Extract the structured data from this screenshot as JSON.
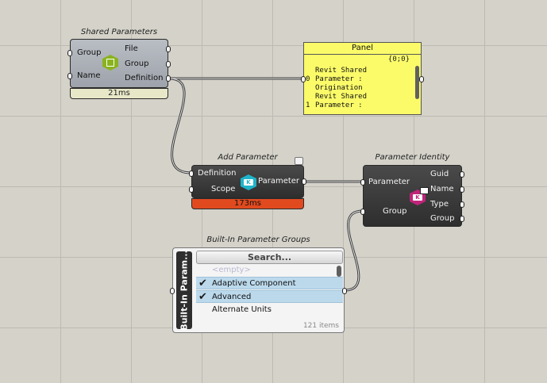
{
  "shared_parameters": {
    "title": "Shared Parameters",
    "inputs": [
      "Group",
      "Name"
    ],
    "outputs": [
      "File",
      "Group",
      "Definition"
    ],
    "timing": "21ms",
    "icon": "shared-parameters-icon"
  },
  "panel": {
    "title": "Panel",
    "path": "{0;0}",
    "lines": [
      {
        "index": "",
        "text": "Revit Shared"
      },
      {
        "index": "0",
        "text": "Parameter :"
      },
      {
        "index": "",
        "text": "Origination"
      },
      {
        "index": "",
        "text": "Revit Shared"
      },
      {
        "index": "1",
        "text": "Parameter :"
      }
    ]
  },
  "add_parameter": {
    "title": "Add Parameter",
    "inputs": [
      "Definition",
      "Scope"
    ],
    "outputs": [
      "Parameter"
    ],
    "timing": "173ms",
    "timing_color": "#e14a1f",
    "icon": "parameter-k-icon"
  },
  "parameter_identity": {
    "title": "Parameter Identity",
    "inputs": [
      "Parameter",
      "Group"
    ],
    "outputs": [
      "Guid",
      "Name",
      "Type",
      "Group"
    ],
    "icon": "parameter-identity-icon"
  },
  "value_list": {
    "title": "Built-In Parameter Groups",
    "side_label": "Built-In Param...",
    "search_placeholder": "Search...",
    "items": [
      {
        "label": "<empty>",
        "checked": false
      },
      {
        "label": "Adaptive Component",
        "checked": true
      },
      {
        "label": "Advanced",
        "checked": true
      },
      {
        "label": "Alternate Units",
        "checked": false
      }
    ],
    "count": "121 items"
  }
}
